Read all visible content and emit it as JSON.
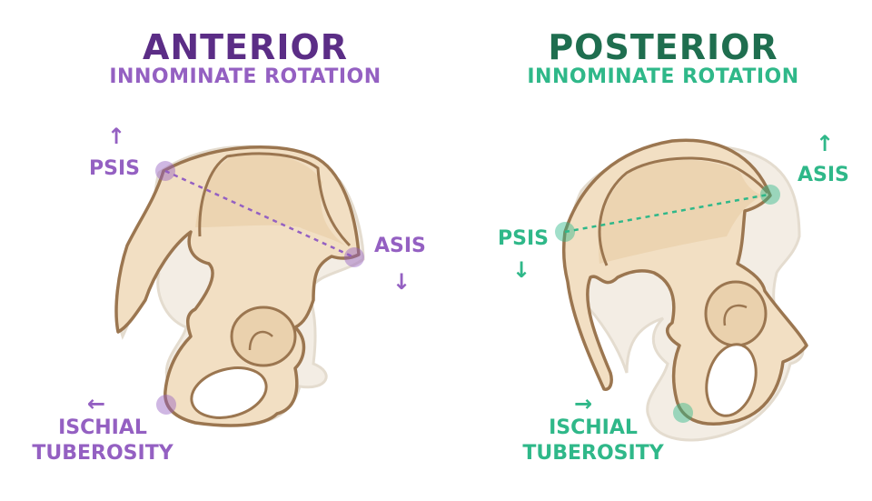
{
  "panels": [
    {
      "title": "ANTERIOR",
      "subtitle": "INNOMINATE ROTATION",
      "labels": {
        "psis": "PSIS",
        "asis": "ASIS",
        "ischial_line1": "ISCHIAL",
        "ischial_line2": "TUBEROSITY"
      },
      "arrows": {
        "psis": "↑",
        "asis": "↓",
        "ischial": "←"
      },
      "color": "#9460c2"
    },
    {
      "title": "POSTERIOR",
      "subtitle": "INNOMINATE ROTATION",
      "labels": {
        "psis": "PSIS",
        "asis": "ASIS",
        "ischial_line1": "ISCHIAL",
        "ischial_line2": "TUBEROSITY"
      },
      "arrows": {
        "psis": "↓",
        "asis": "↑",
        "ischial": "→"
      },
      "color": "#2fb889"
    }
  ],
  "colors": {
    "bone_fill": "#f2dfc3",
    "bone_shade": "#e6c79e",
    "bone_outline": "#9b7650",
    "ghost": "#f3ede4"
  }
}
